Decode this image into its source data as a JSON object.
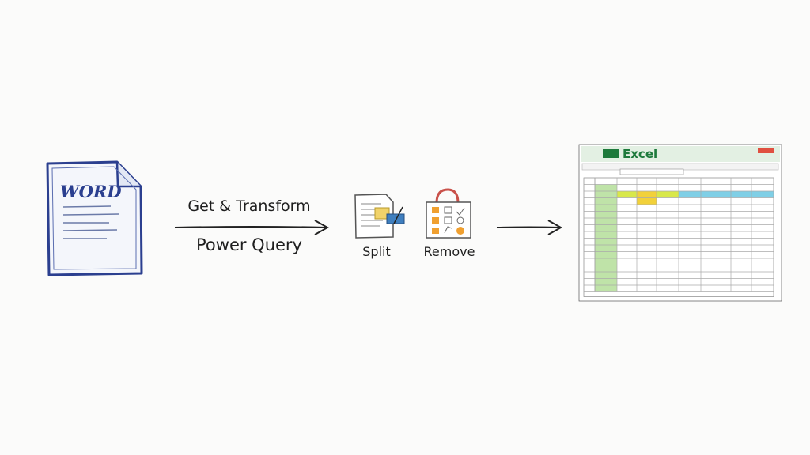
{
  "source": {
    "logo_text": "WORD",
    "color": "#2b3f8f"
  },
  "step1": {
    "top_label": "Get & Transform",
    "bottom_label": "Power Query"
  },
  "operations": [
    {
      "label": "Split",
      "icon": "split-document-icon"
    },
    {
      "label": "Remove",
      "icon": "remove-toolbox-icon"
    }
  ],
  "target": {
    "app_title": "Excel",
    "accent": "#1e7a3c",
    "header_colors": [
      "#d8e84a",
      "#f2d13a",
      "#7fcfe6"
    ]
  }
}
